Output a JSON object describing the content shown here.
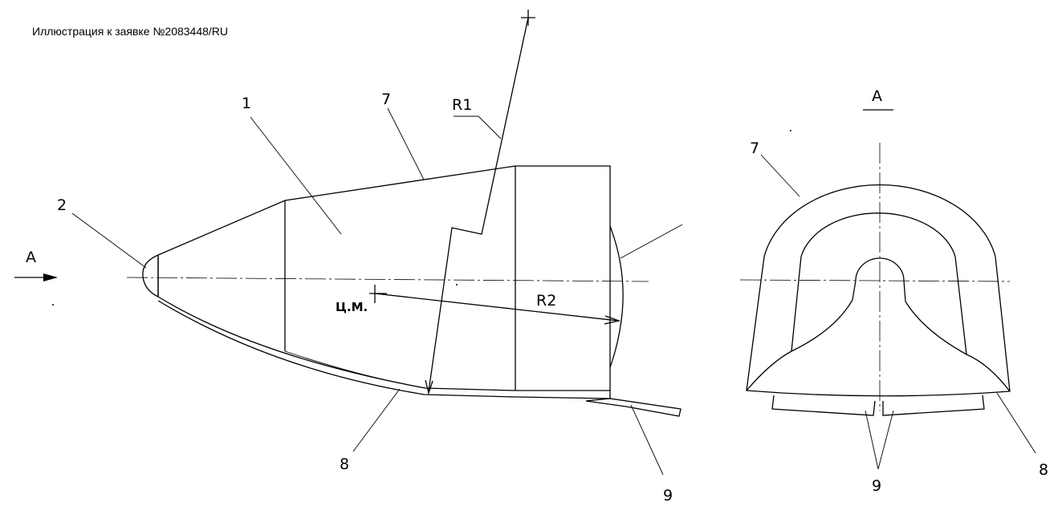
{
  "caption": "Иллюстрация к заявке №2083448/RU",
  "side_view": {
    "view_arrow_label": "A",
    "labels": {
      "body": "1",
      "nose": "2",
      "top_edge": "7",
      "bottom_edge": "8",
      "skid": "9",
      "radius_1": "R1",
      "radius_2": "R2",
      "center_of_mass": "Ц.М."
    }
  },
  "front_view": {
    "title": "A",
    "labels": {
      "top_edge": "7",
      "bottom_edge": "8",
      "skids": "9"
    }
  }
}
